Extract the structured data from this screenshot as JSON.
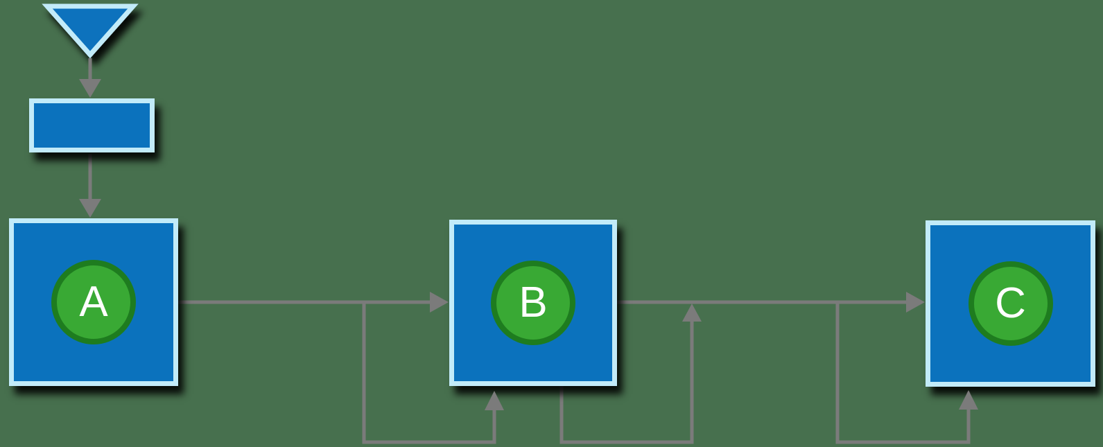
{
  "diagram": {
    "background_color": "#47704E",
    "shape_fill_color": "#0B72BD",
    "shape_border_color": "#C2EBF9",
    "badge_fill_color": "#39A934",
    "badge_border_color": "#1E7C1F",
    "badge_text_color": "#FFFFFF",
    "connector_color": "#7B7B7B",
    "shadow_color": "#000000",
    "nodes": [
      {
        "id": "start",
        "shape": "triangle-down",
        "label": ""
      },
      {
        "id": "entry",
        "shape": "rectangle",
        "label": ""
      },
      {
        "id": "A",
        "shape": "square",
        "label": "A"
      },
      {
        "id": "B",
        "shape": "square",
        "label": "B"
      },
      {
        "id": "C",
        "shape": "square",
        "label": "C"
      }
    ],
    "edges": [
      {
        "from": "start",
        "to": "entry",
        "style": "arrow-down"
      },
      {
        "from": "entry",
        "to": "A",
        "style": "arrow-down"
      },
      {
        "from": "A",
        "to": "B",
        "style": "arrow-right-into-left-side"
      },
      {
        "from": "A-B-line",
        "to": "B",
        "style": "branch-down-right-up-into-bottom"
      },
      {
        "from": "B",
        "to": "C",
        "style": "arrow-right-into-left-side"
      },
      {
        "from": "B",
        "to": "B-C-line",
        "style": "bottom-loop-up-into-line"
      },
      {
        "from": "B-C-line",
        "to": "C",
        "style": "branch-down-right-up-into-bottom"
      }
    ]
  }
}
